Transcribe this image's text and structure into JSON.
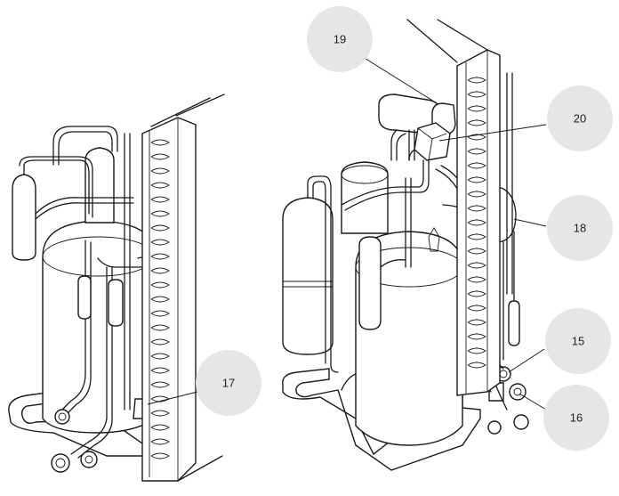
{
  "callouts": [
    {
      "id": "c19",
      "label": "19"
    },
    {
      "id": "c20",
      "label": "20"
    },
    {
      "id": "c18",
      "label": "18"
    },
    {
      "id": "c15",
      "label": "15"
    },
    {
      "id": "c16",
      "label": "16"
    },
    {
      "id": "c17",
      "label": "17"
    }
  ],
  "colors": {
    "callout_fill": "#e6e6e6",
    "line": "#1a1a1a",
    "background": "#ffffff"
  }
}
